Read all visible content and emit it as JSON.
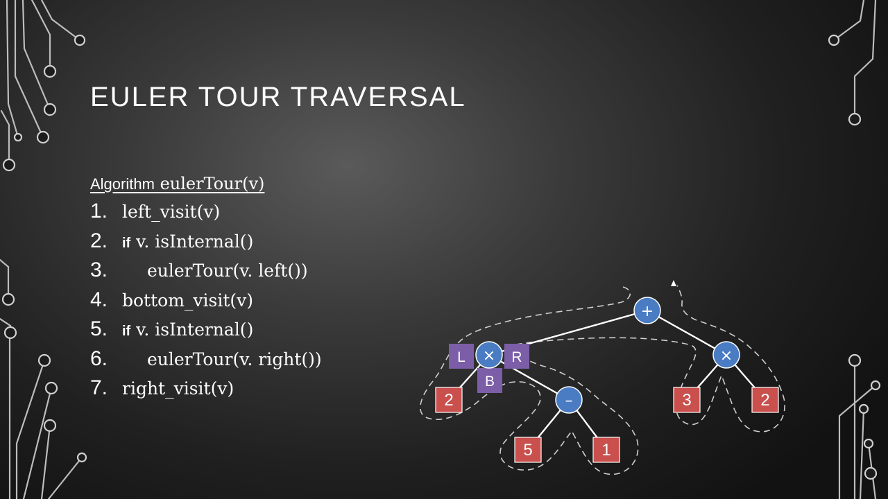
{
  "slide": {
    "title": "EULER TOUR TRAVERSAL"
  },
  "algorithm": {
    "header_keyword": "Algorithm",
    "header_name": "eulerTour(v)",
    "steps": [
      {
        "num": "1.",
        "kw": "",
        "text": "left_visit(v)"
      },
      {
        "num": "2.",
        "kw": "if",
        "text": " v. isInternal()"
      },
      {
        "num": "3.",
        "kw": "",
        "text": "eulerTour(v. left())"
      },
      {
        "num": "4.",
        "kw": "",
        "text": "bottom_visit(v)"
      },
      {
        "num": "5.",
        "kw": "if",
        "text": " v. isInternal()"
      },
      {
        "num": "6.",
        "kw": "",
        "text": "eulerTour(v. right())"
      },
      {
        "num": "7.",
        "kw": "",
        "text": "right_visit(v)"
      }
    ]
  },
  "tree": {
    "colors": {
      "internal_node": "#4a7cc4",
      "leaf_node": "#c9504d",
      "visit_marker": "#7b5ea7",
      "edge": "#ffffff",
      "tour_path": "#cfcfcf"
    },
    "root_symbol": "+",
    "left_child_symbol": "×",
    "right_child_symbol": "×",
    "inner_symbol": "–",
    "leaves": [
      "2",
      "5",
      "1",
      "3",
      "2"
    ],
    "markers": {
      "left": "L",
      "right": "R",
      "bottom": "B"
    }
  }
}
